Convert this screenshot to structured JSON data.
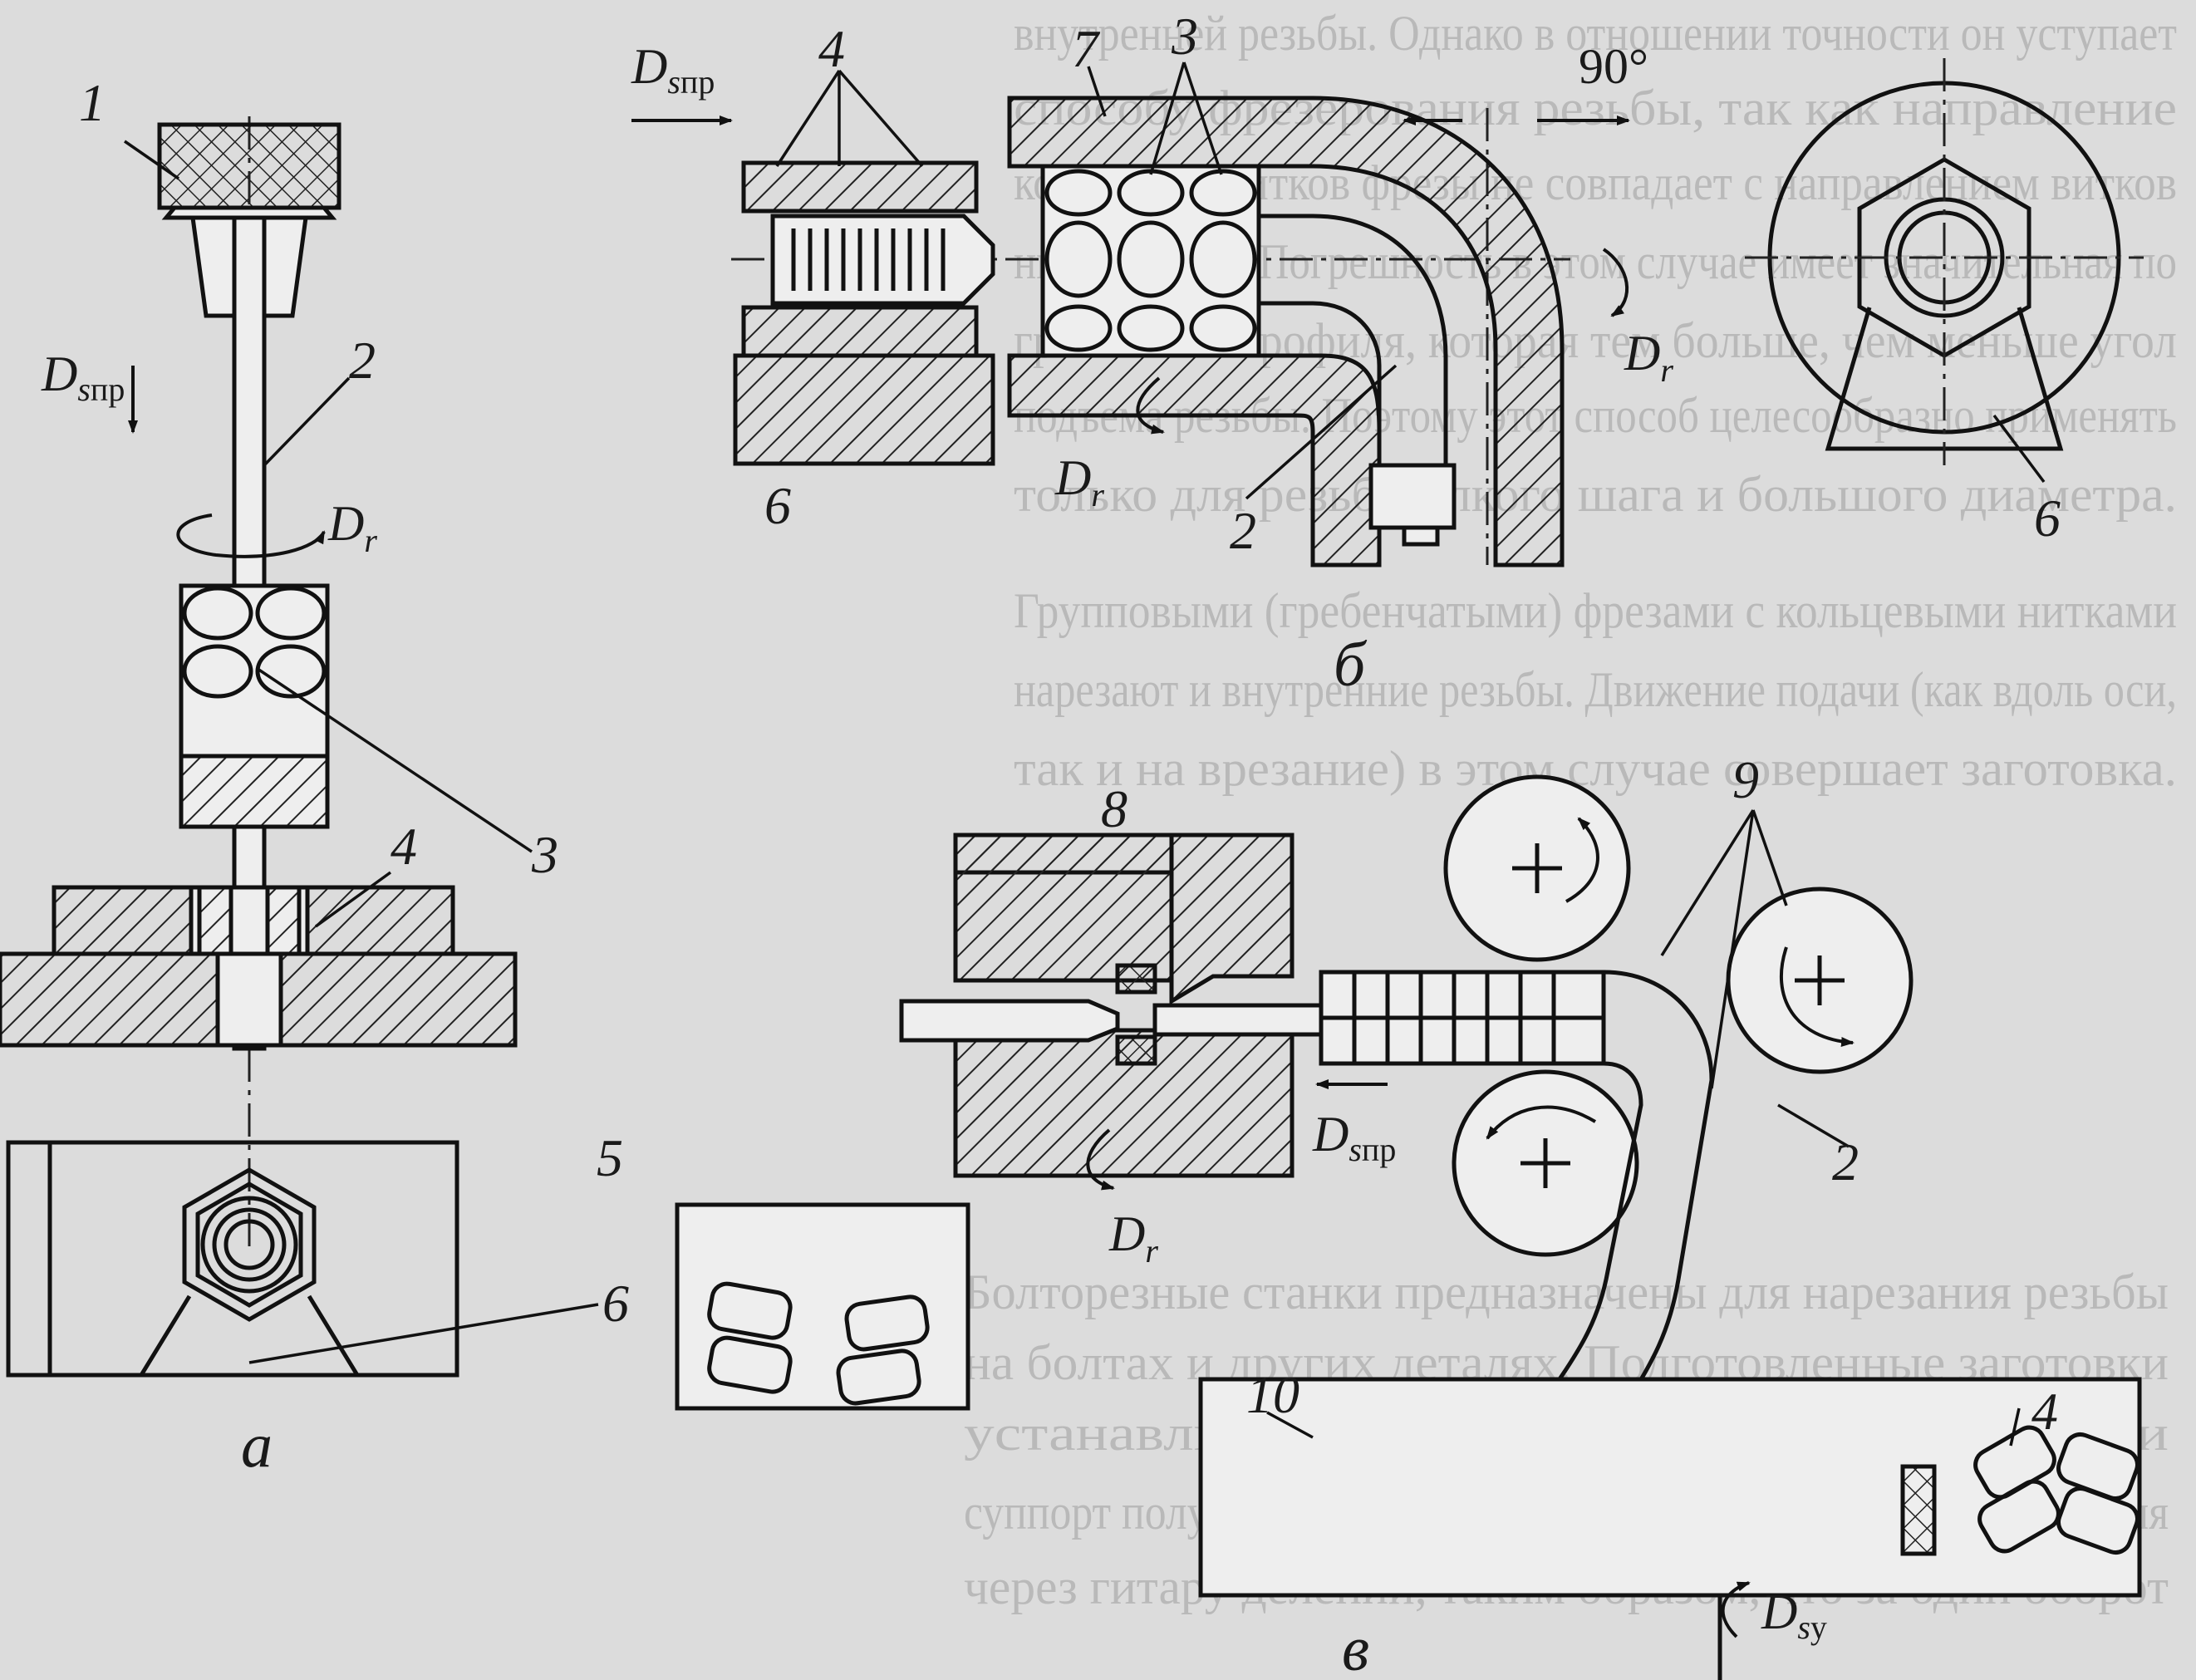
{
  "background_text": [
    "внутренней резьбы. Однако в отношении точности он уступает",
    "способу фрезерования резьбы, так как направление",
    "кольцевых витков фрезы не совпадает с направлением витков",
    "нити резьбы. Погрешность в этом случае имеет значительная по",
    "грешность профиля, которая тем больше, чем меньше угол",
    "подъема резьбы. Поэтому этот способ целесообразно применять",
    "только для резьб мелкого шага и большого диаметра.",
    "Групповыми (гребенчатыми) фрезами с кольцевыми нитками",
    "нарезают и внутренние резьбы. Движение подачи (как вдоль оси,",
    "так и на врезание) в этом случае совершает заготовка.",
    "Болторезные станки предназначены для нарезания резьбы",
    "на болтах и других деталях. Подготовленные заготовки",
    "устанавливают на суппорте. Движения подачи",
    "суппорт получает от ходового винта, вращающегося от шпинделя",
    "через гитару делений, таким образом, что за один оборот"
  ],
  "labels": {
    "n1": "1",
    "n2": "2",
    "n3": "3",
    "n4": "4",
    "n5": "5",
    "n6": "6",
    "n7": "7",
    "n8": "8",
    "n9": "9",
    "n10": "10",
    "D": "D",
    "s_pr": "s",
    "pr": "пр",
    "Dr": "D",
    "r": "r",
    "s_y": "s",
    "y": "y",
    "angle": "90°"
  },
  "captions": {
    "a": "а",
    "b": "б",
    "v": "в"
  }
}
